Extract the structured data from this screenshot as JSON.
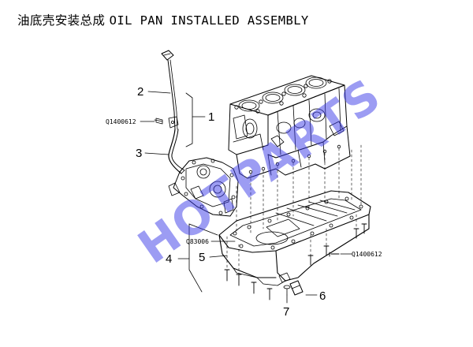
{
  "title": {
    "zh": "油底壳安装总成",
    "en": "OIL PAN INSTALLED ASSEMBLY"
  },
  "callouts": [
    {
      "id": "1",
      "text": "1"
    },
    {
      "id": "2",
      "text": "2"
    },
    {
      "id": "3",
      "text": "3"
    },
    {
      "id": "4",
      "text": "4"
    },
    {
      "id": "5",
      "text": "5"
    },
    {
      "id": "6",
      "text": "6"
    },
    {
      "id": "7",
      "text": "7"
    }
  ],
  "part_numbers": {
    "dipstick_bolt": "Q1400612",
    "oil_pan_bolt": "Q1400612",
    "sealant": "Q83006"
  },
  "watermark": "HOTPARTS",
  "colors": {
    "line": "#000000",
    "watermark": "#3a3ae8"
  }
}
